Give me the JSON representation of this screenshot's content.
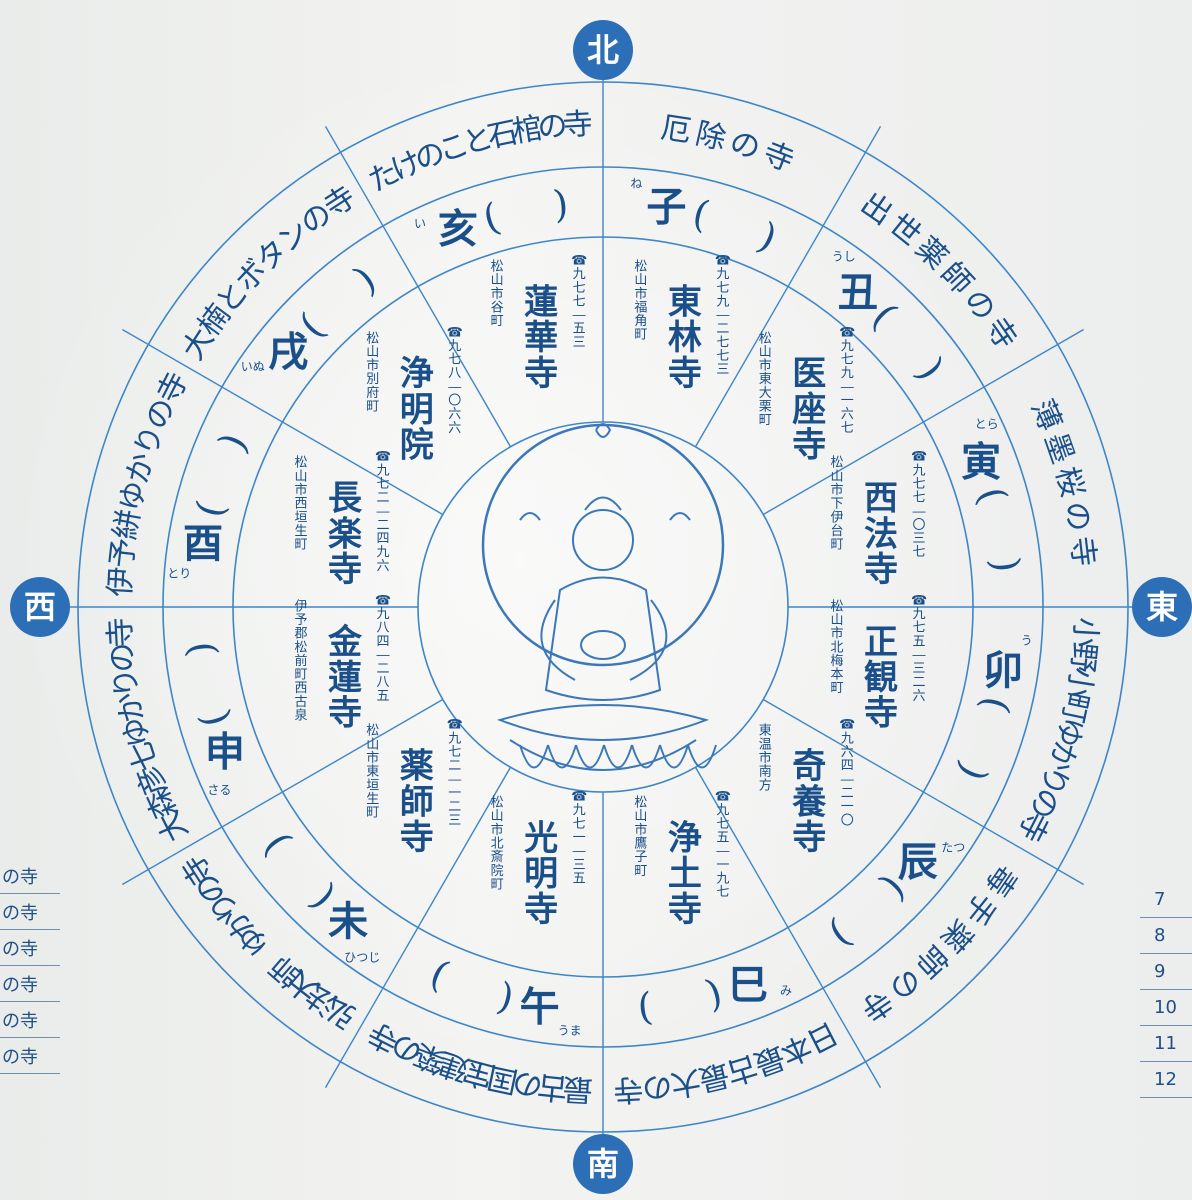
{
  "directions": {
    "north": "北",
    "east": "東",
    "south": "南",
    "west": "西"
  },
  "outer_ring": [
    "厄除の寺",
    "出世薬師の寺",
    "薄墨桜の寺",
    "小野小町ゆかりの寺",
    "毒手薬師の寺",
    "日本最古最大の寺",
    "最古の国宝建築の寺",
    "弘法大師 ゆかりの寺",
    "大森彦七ゆかりの寺",
    "伊予絣ゆかりの寺",
    "大楠とボタンの寺",
    "たけのこと石棺の寺"
  ],
  "zodiac_ring": [
    {
      "kanji": "子",
      "reading": "ね"
    },
    {
      "kanji": "丑",
      "reading": "うし"
    },
    {
      "kanji": "寅",
      "reading": "とら"
    },
    {
      "kanji": "卯",
      "reading": "う"
    },
    {
      "kanji": "辰",
      "reading": "たつ"
    },
    {
      "kanji": "巳",
      "reading": "み"
    },
    {
      "kanji": "午",
      "reading": "うま"
    },
    {
      "kanji": "未",
      "reading": "ひつじ"
    },
    {
      "kanji": "申",
      "reading": "さる"
    },
    {
      "kanji": "酉",
      "reading": "とり"
    },
    {
      "kanji": "戌",
      "reading": "いぬ"
    },
    {
      "kanji": "亥",
      "reading": "い"
    }
  ],
  "temples": [
    {
      "name": "東林寺",
      "address": "松山市福角町",
      "phone": "☎九七九―二七七三"
    },
    {
      "name": "医座寺",
      "address": "松山市東大栗町",
      "phone": "☎九七九―一六七"
    },
    {
      "name": "西法寺",
      "address": "松山市下伊台町",
      "phone": "☎九七七―〇三七"
    },
    {
      "name": "正観寺",
      "address": "松山市北梅本町",
      "phone": "☎九七五―三二六"
    },
    {
      "name": "奇養寺",
      "address": "東温市南方",
      "phone": "☎九六四―二一〇"
    },
    {
      "name": "浄土寺",
      "address": "松山市鷹子町",
      "phone": "☎九七五―一九七"
    },
    {
      "name": "光明寺",
      "address": "松山市北斎院町",
      "phone": "☎九七一―三五"
    },
    {
      "name": "薬師寺",
      "address": "松山市東垣生町",
      "phone": "☎九七二―一二三"
    },
    {
      "name": "金蓮寺",
      "address": "伊予郡松前町西古泉",
      "phone": "☎九八四―二八五"
    },
    {
      "name": "長楽寺",
      "address": "松山市西垣生町",
      "phone": "☎九七二―二四九六"
    },
    {
      "name": "浄明院",
      "address": "松山市別府町",
      "phone": "☎九七八―〇六六"
    },
    {
      "name": "蓮華寺",
      "address": "松山市谷町",
      "phone": "☎九七七―五三"
    }
  ],
  "center_figure": "bodhisattva-illustration",
  "left_list": {
    "suffix": "の寺",
    "count": 6
  },
  "right_list": {
    "labels": [
      "7",
      "8",
      "9",
      "10",
      "11",
      "12"
    ]
  },
  "colors": {
    "line": "#3e86c8",
    "text": "#1a4f8a",
    "badge": "#2d6fb7",
    "badge_text": "#ffffff"
  }
}
